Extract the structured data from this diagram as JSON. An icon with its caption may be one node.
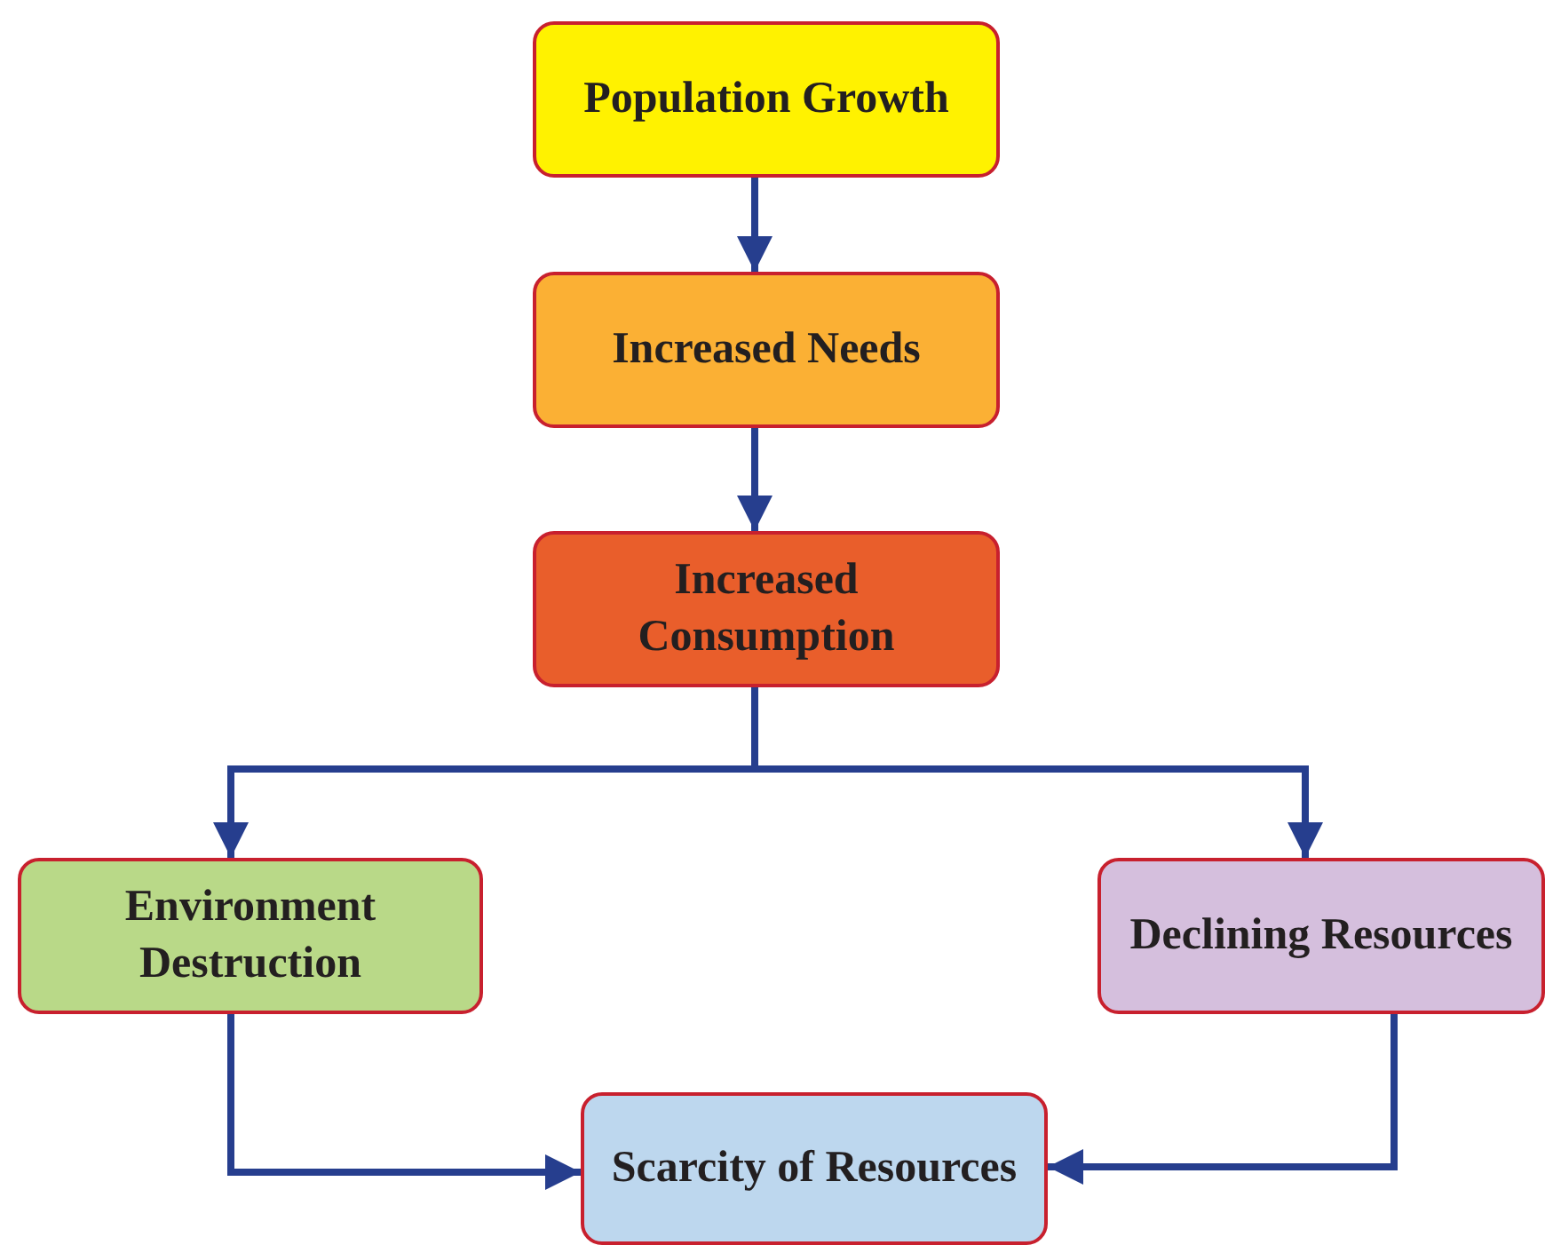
{
  "diagram": {
    "nodes": [
      {
        "text": [
          "Population Growth"
        ]
      },
      {
        "text": [
          "Increased Needs"
        ]
      },
      {
        "text": [
          "Increased Consumption"
        ]
      },
      {
        "text": [
          "Environment Destruction"
        ]
      },
      {
        "text": [
          "Declining Resources"
        ]
      },
      {
        "text": [
          "Scarcity of Resources"
        ]
      }
    ],
    "edges": [
      {
        "from": 0,
        "to": 1,
        "arrow": "to"
      },
      {
        "from": 1,
        "to": 2,
        "arrow": "to"
      },
      {
        "from": 2,
        "to": 3,
        "arrow": "to"
      },
      {
        "from": 2,
        "to": 4,
        "arrow": "to"
      },
      {
        "from": 3,
        "to": 5,
        "arrow": "to"
      },
      {
        "from": 4,
        "to": 5,
        "arrow": "to"
      }
    ]
  }
}
